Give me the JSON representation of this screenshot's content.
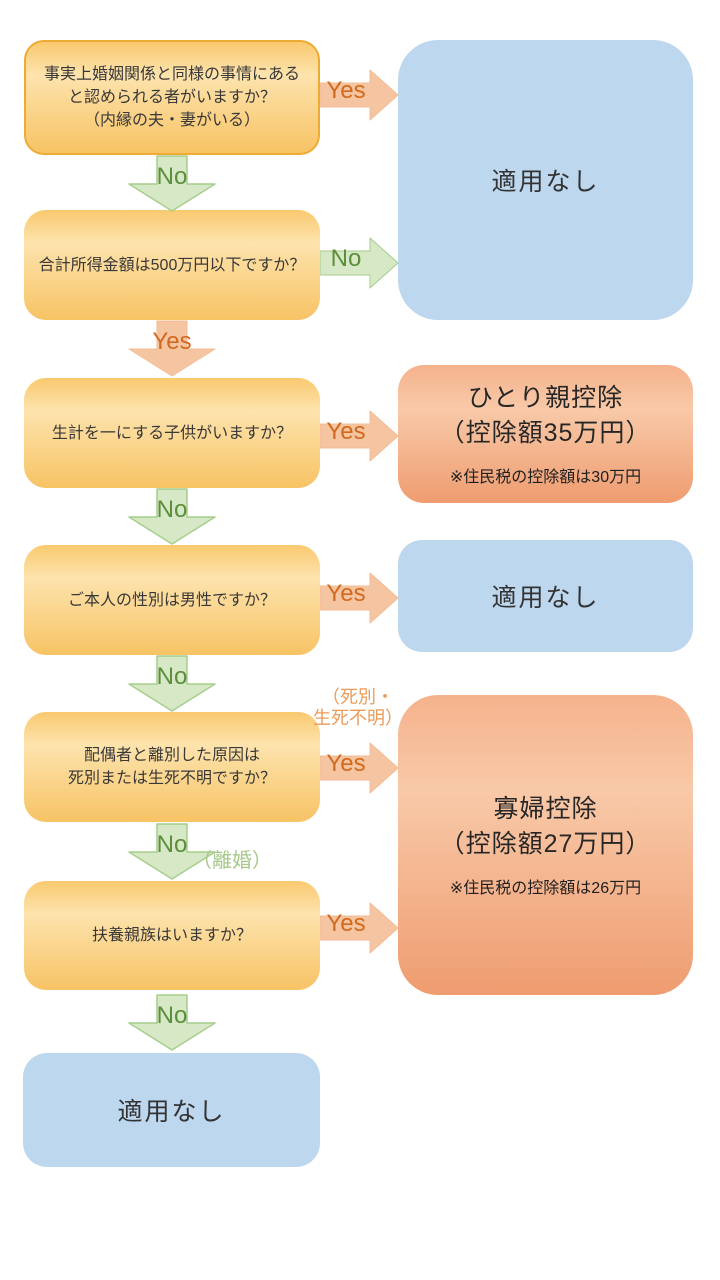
{
  "colors": {
    "question-top": "#F9C96F",
    "question-mid": "#FDE3AD",
    "question-bottom": "#F7C364",
    "question-border": "#EDAB33",
    "blue-fill": "#BDD7EE",
    "result-top": "#F5B28C",
    "result-mid": "#F8C9A8",
    "result-bottom": "#EF9C70",
    "green-fill": "#D6E8C6",
    "green-border": "#A6CE8C",
    "orange-fill": "#F5C5A2",
    "orange-border": "#F3BC94",
    "yes-text": "#D2691E",
    "no-text": "#5C8F3C",
    "note-orange": "#EC9B59",
    "note-green": "#A6C88A",
    "text-dark": "#383838"
  },
  "questions": [
    {
      "text": "事実上婚姻関係と同様の事情にある\nと認められる者がいますか？\n（内縁の夫・妻がいる）"
    },
    {
      "text": "合計所得金額は500万円以下ですか？"
    },
    {
      "text": "生計を一にする子供がいますか？"
    },
    {
      "text": "ご本人の性別は男性ですか？"
    },
    {
      "text": "配偶者と離別した原因は\n死別または生死不明ですか？"
    },
    {
      "text": "扶養親族はいますか？"
    }
  ],
  "arrows": {
    "down": [
      {
        "label": "No"
      },
      {
        "label": "Yes"
      },
      {
        "label": "No"
      },
      {
        "label": "No"
      },
      {
        "label": "No",
        "annotation": "（離婚）"
      },
      {
        "label": "No"
      }
    ],
    "right": [
      {
        "label": "Yes"
      },
      {
        "label": "No"
      },
      {
        "label": "Yes"
      },
      {
        "label": "Yes"
      },
      {
        "label": "Yes",
        "annotation": "（死別・\n生死不明）"
      },
      {
        "label": "Yes"
      }
    ]
  },
  "results": [
    {
      "text": "適用なし"
    },
    {
      "title": "ひとり親控除\n（控除額35万円）",
      "note": "※住民税の控除額は30万円"
    },
    {
      "text": "適用なし"
    },
    {
      "title": "寡婦控除\n（控除額27万円）",
      "note": "※住民税の控除額は26万円"
    },
    {
      "text": "適用なし"
    }
  ]
}
